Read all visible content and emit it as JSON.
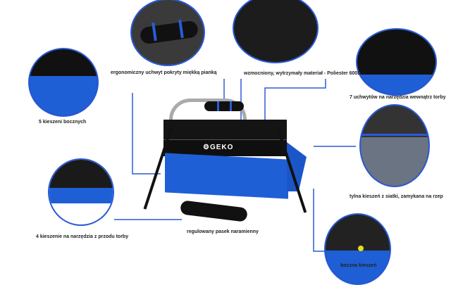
{
  "brand": "GEKO",
  "colors": {
    "accent": "#2a5bd7",
    "bag_blue": "#1f5fd6",
    "bag_black": "#141414"
  },
  "labels": {
    "handle": "ergonomiczny uchwyt pokryty miękką pianką",
    "material": "wzmocniony, wytrzymały materiał - Poliester 600D",
    "holders": "7 uchwytów na narzędzia wewnątrz torby",
    "side_pockets": "5 kieszeni bocznych",
    "back_pocket": "tylna kieszeń z siatki, zamykana na rzep",
    "front_pockets": "4 kieszenie na narzędzia z przodu torby",
    "strap": "regulowany pasek naramienny",
    "side_pocket": "boczna kieszeń"
  }
}
